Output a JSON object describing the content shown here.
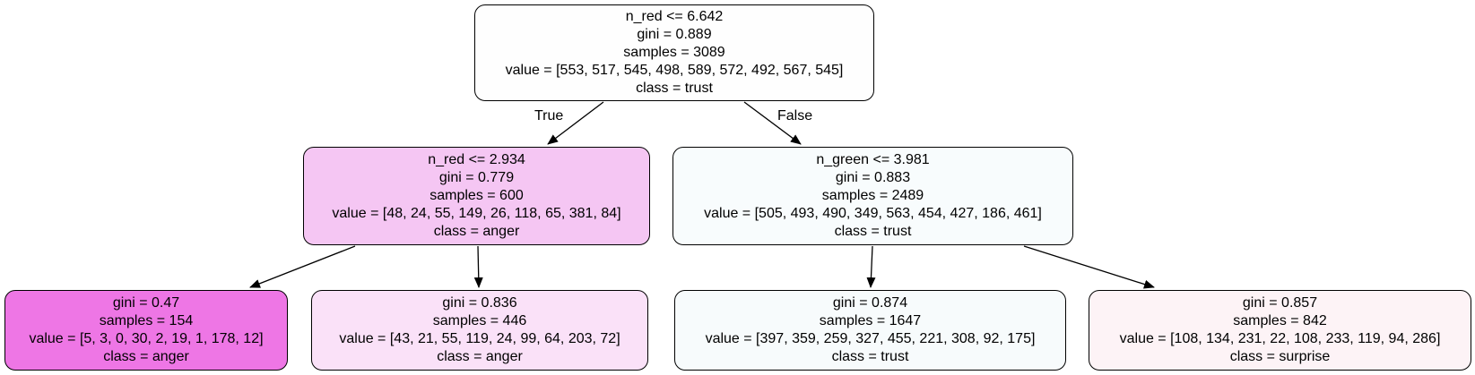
{
  "tree": {
    "root": {
      "split": "n_red <= 6.642",
      "gini": "gini = 0.889",
      "samples": "samples = 3089",
      "value": "value = [553, 517, 545, 498, 589, 572, 492, 567, 545]",
      "class": "class = trust",
      "fill": "#fefefe"
    },
    "edges": {
      "true_label": "True",
      "false_label": "False"
    },
    "left": {
      "split": "n_red <= 2.934",
      "gini": "gini = 0.779",
      "samples": "samples = 600",
      "value": "value = [48, 24, 55, 149, 26, 118, 65, 381, 84]",
      "class": "class = anger",
      "fill": "#f5c6f3"
    },
    "right": {
      "split": "n_green <= 3.981",
      "gini": "gini = 0.883",
      "samples": "samples = 2489",
      "value": "value = [505, 493, 490, 349, 563, 454, 427, 186, 461]",
      "class": "class = trust",
      "fill": "#f8fcfd"
    },
    "left_left": {
      "gini": "gini = 0.47",
      "samples": "samples = 154",
      "value": "value = [5, 3, 0, 30, 2, 19, 1, 178, 12]",
      "class": "class = anger",
      "fill": "#ee76e5"
    },
    "left_right": {
      "gini": "gini = 0.836",
      "samples": "samples = 446",
      "value": "value = [43, 21, 55, 119, 24, 99, 64, 203, 72]",
      "class": "class = anger",
      "fill": "#fae1f8"
    },
    "right_left": {
      "gini": "gini = 0.874",
      "samples": "samples = 1647",
      "value": "value = [397, 359, 259, 327, 455, 221, 308, 92, 175]",
      "class": "class = trust",
      "fill": "#f7fbfc"
    },
    "right_right": {
      "gini": "gini = 0.857",
      "samples": "samples = 842",
      "value": "value = [108, 134, 231, 22, 108, 233, 119, 94, 286]",
      "class": "class = surprise",
      "fill": "#fdf3f6"
    }
  }
}
